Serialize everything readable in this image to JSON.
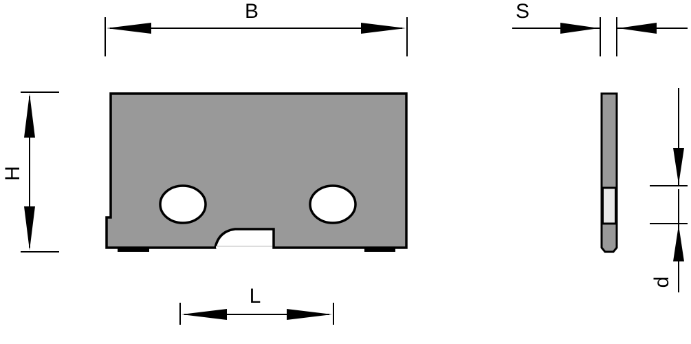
{
  "labels": {
    "B": "B",
    "S": "S",
    "H": "H",
    "L": "L",
    "d": "d"
  },
  "colors": {
    "plate": "#999999",
    "band": "#e8e8e8",
    "line": "#000000"
  }
}
